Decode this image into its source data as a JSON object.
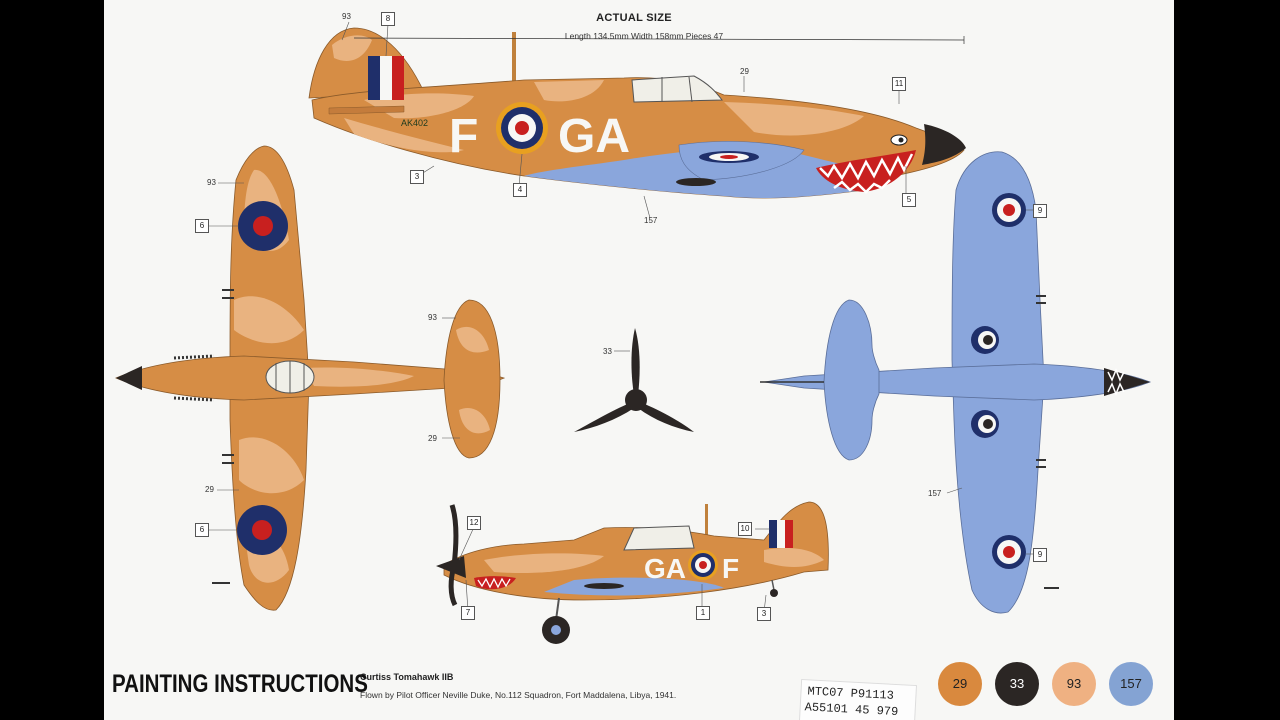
{
  "header": {
    "title": "ACTUAL SIZE",
    "dims": "Length 134.5mm   Width 158mm   Pieces 47"
  },
  "callouts": {
    "side_93": "93",
    "side_8": "8",
    "side_29": "29",
    "side_11": "11",
    "side_3": "3",
    "side_4": "4",
    "side_5": "5",
    "side_157": "157",
    "top_93": "93",
    "top_6a": "6",
    "top_93b": "93",
    "top_29": "29",
    "top_29b": "29",
    "top_6b": "6",
    "prop_33": "33",
    "bot_9a": "9",
    "bot_157": "157",
    "bot_9b": "9",
    "front_12": "12",
    "front_7": "7",
    "front_10": "10",
    "front_1": "1",
    "front_3": "3"
  },
  "markings": {
    "code_left": "F",
    "code_right": "GA",
    "serial": "AK402",
    "code2_left": "GA",
    "code2_right": "F"
  },
  "footer": {
    "title": "PAINTING INSTRUCTIONS",
    "aircraft": "Curtiss Tomahawk IIB",
    "description": "Flown by Pilot Officer Neville Duke, No.112 Squadron, Fort Maddalena, Libya, 1941."
  },
  "swatches": [
    {
      "label": "29",
      "color": "#d9893e"
    },
    {
      "label": "33",
      "color": "#2b2624"
    },
    {
      "label": "93",
      "color": "#efb182"
    },
    {
      "label": "157",
      "color": "#84a3d3"
    }
  ],
  "sticker": {
    "line1": "MTC07 P91113",
    "line2": "A55101 45 979"
  },
  "colors": {
    "sand": "#d68d45",
    "light_sand": "#e9b380",
    "sky_blue": "#8aa6dc",
    "roundel_blue": "#1f2f6a",
    "roundel_red": "#c8201f"
  }
}
